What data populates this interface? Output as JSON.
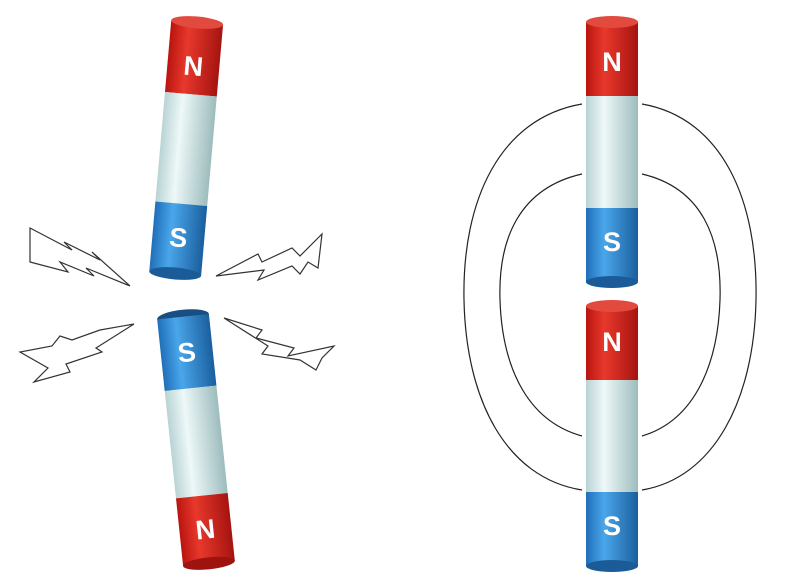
{
  "labels": {
    "north": "N",
    "south": "S"
  },
  "colors": {
    "north_pole": "#d8241c",
    "north_pole_dark": "#a81510",
    "south_pole": "#2f8fd8",
    "south_pole_dark": "#1c64a8",
    "body": "#d7eaea",
    "body_dark": "#9fbcbe",
    "field_line": "#222222",
    "spark_stroke": "#333333"
  },
  "panels": [
    {
      "name": "repelling-pair",
      "magnets": [
        {
          "top": "north",
          "bottom": "south"
        },
        {
          "top": "south",
          "bottom": "north"
        }
      ]
    },
    {
      "name": "attracting-pair",
      "magnets": [
        {
          "top": "north",
          "bottom": "south"
        },
        {
          "top": "north",
          "bottom": "south"
        }
      ]
    }
  ]
}
